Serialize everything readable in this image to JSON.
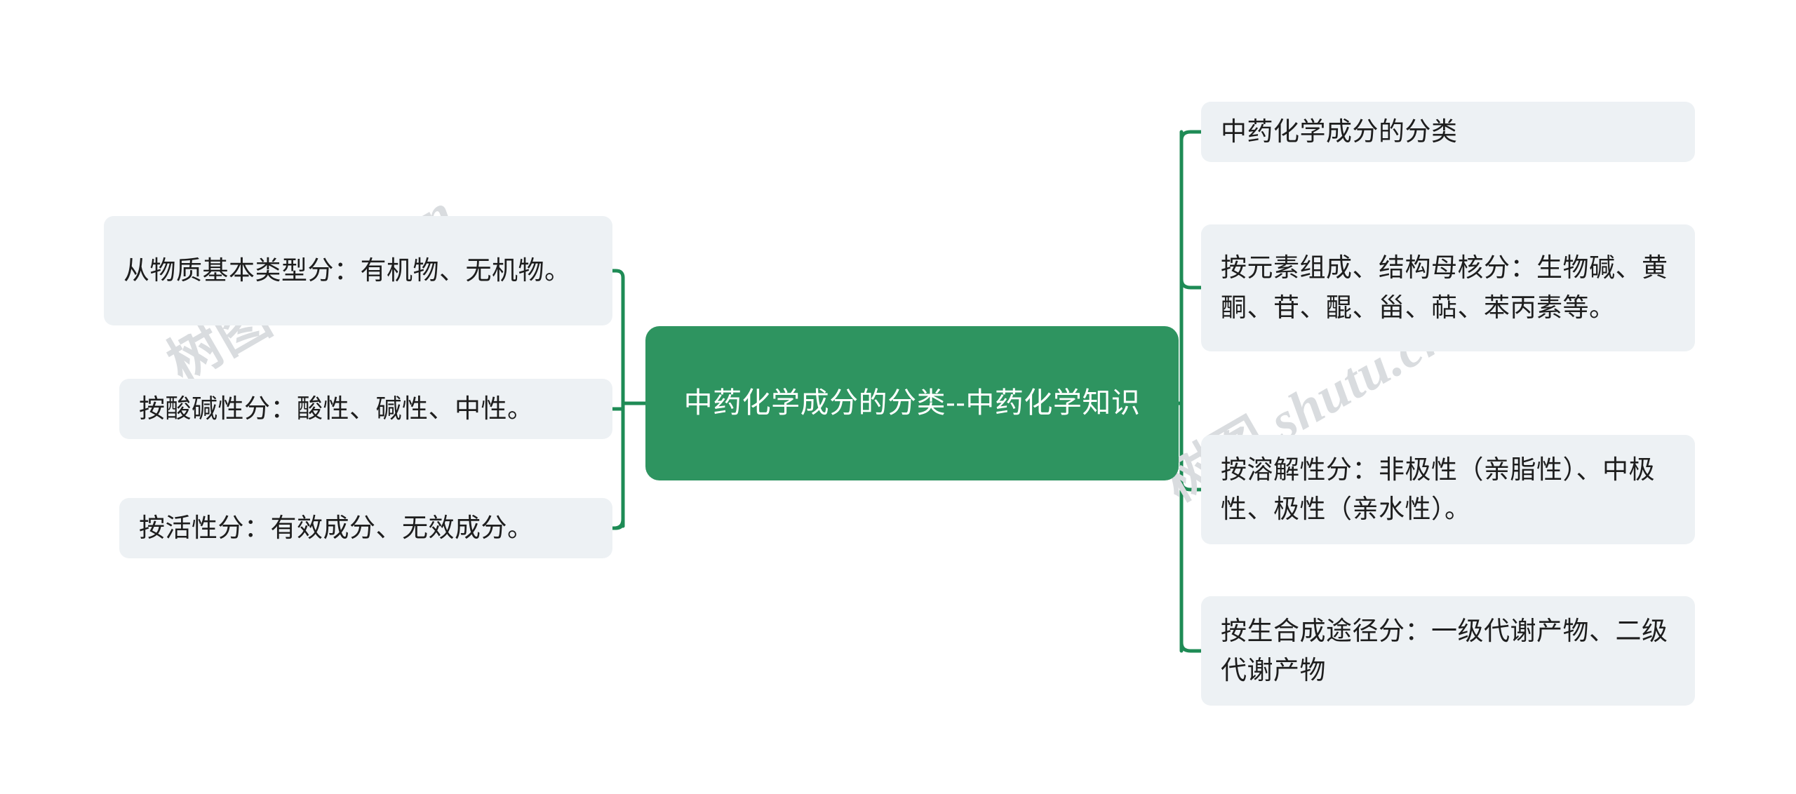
{
  "diagram": {
    "type": "mind-map",
    "root": {
      "label": "中药化学成分的分类--中药化学知识",
      "color": "#2e9460",
      "text_color": "#ffffff"
    },
    "branch_style": {
      "background": "#edf1f4",
      "text_color": "#1e1e1e",
      "line_color": "#1e8b55"
    },
    "left_branches": [
      {
        "label": "从物质基本类型分：有机物、无机物。"
      },
      {
        "label": "按酸碱性分：酸性、碱性、中性。"
      },
      {
        "label": "按活性分：有效成分、无效成分。"
      }
    ],
    "right_branches": [
      {
        "label": "中药化学成分的分类"
      },
      {
        "label": "按元素组成、结构母核分：生物碱、黄酮、苷、醌、甾、萜、苯丙素等。"
      },
      {
        "label": "按溶解性分：非极性（亲脂性）、中极性、极性（亲水性）。"
      },
      {
        "label": "按生合成途径分：一级代谢产物、二级代谢产物"
      }
    ]
  },
  "watermark": {
    "text_cn": "树图",
    "text_en": " shutu.cn",
    "color": "#d9dcdf"
  }
}
